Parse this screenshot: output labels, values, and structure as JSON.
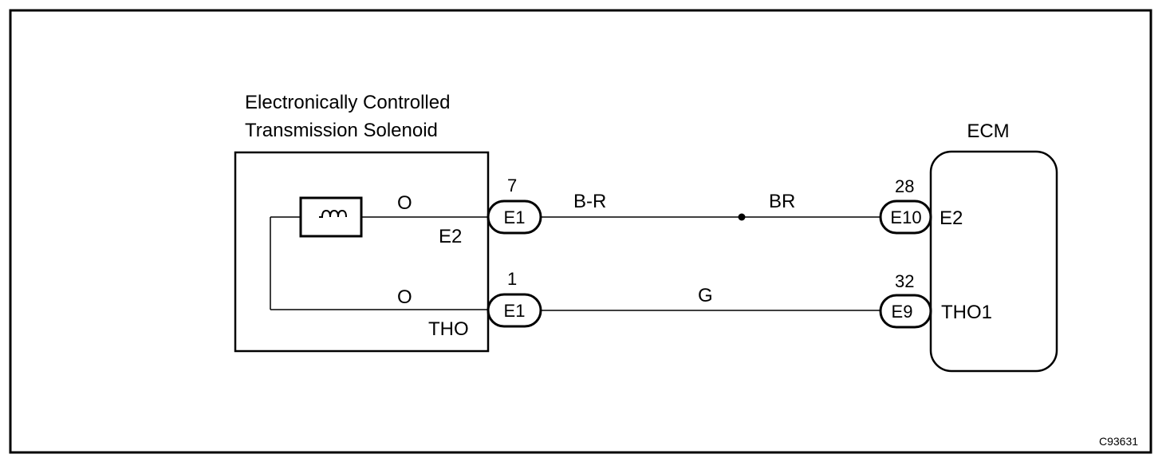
{
  "diagram": {
    "code": "C93631",
    "solenoid": {
      "title_line1": "Electronically Controlled",
      "title_line2": "Transmission Solenoid",
      "wire_color_upper": "O",
      "wire_color_lower": "O",
      "terminal_upper": "E2",
      "terminal_lower": "THO"
    },
    "ecm": {
      "title": "ECM",
      "terminal_upper": "E2",
      "terminal_lower": "THO1"
    },
    "circuits": [
      {
        "pin_left": "7",
        "connector_left": "E1",
        "wire_left": "B-R",
        "wire_right": "BR",
        "pin_right": "28",
        "connector_right": "E10"
      },
      {
        "pin_left": "1",
        "connector_left": "E1",
        "wire": "G",
        "pin_right": "32",
        "connector_right": "E9"
      }
    ]
  }
}
